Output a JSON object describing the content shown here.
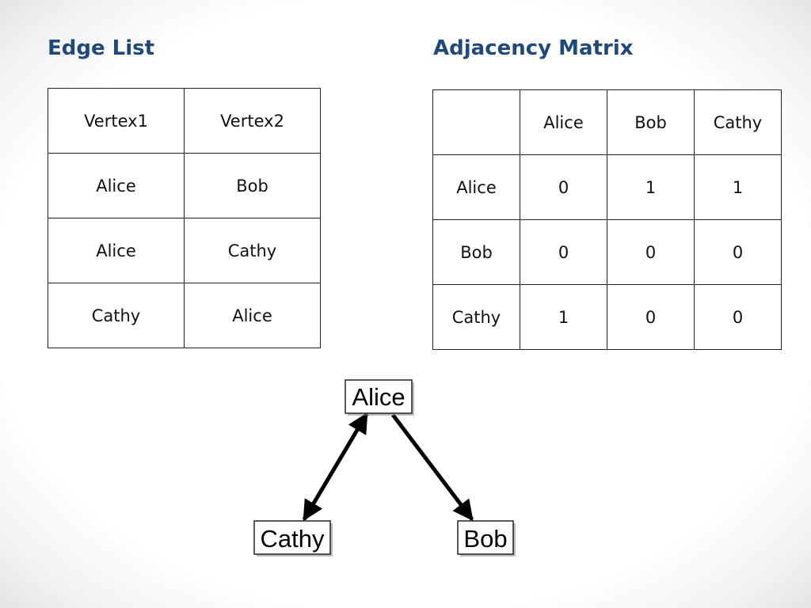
{
  "edge_list": {
    "title": "Edge List",
    "headers": [
      "Vertex1",
      "Vertex2"
    ],
    "rows": [
      [
        "Alice",
        "Bob"
      ],
      [
        "Alice",
        "Cathy"
      ],
      [
        "Cathy",
        "Alice"
      ]
    ]
  },
  "adjacency_matrix": {
    "title": "Adjacency Matrix",
    "corner": "",
    "columns": [
      "Alice",
      "Bob",
      "Cathy"
    ],
    "rows": [
      {
        "label": "Alice",
        "values": [
          "0",
          "1",
          "1"
        ]
      },
      {
        "label": "Bob",
        "values": [
          "0",
          "0",
          "0"
        ]
      },
      {
        "label": "Cathy",
        "values": [
          "1",
          "0",
          "0"
        ]
      }
    ]
  },
  "graph": {
    "nodes": [
      {
        "id": "alice",
        "label": "Alice"
      },
      {
        "id": "cathy",
        "label": "Cathy"
      },
      {
        "id": "bob",
        "label": "Bob"
      }
    ],
    "edges": [
      {
        "from": "Alice",
        "to": "Bob",
        "direction": "one-way"
      },
      {
        "from": "Alice",
        "to": "Cathy",
        "direction": "two-way"
      }
    ]
  }
}
